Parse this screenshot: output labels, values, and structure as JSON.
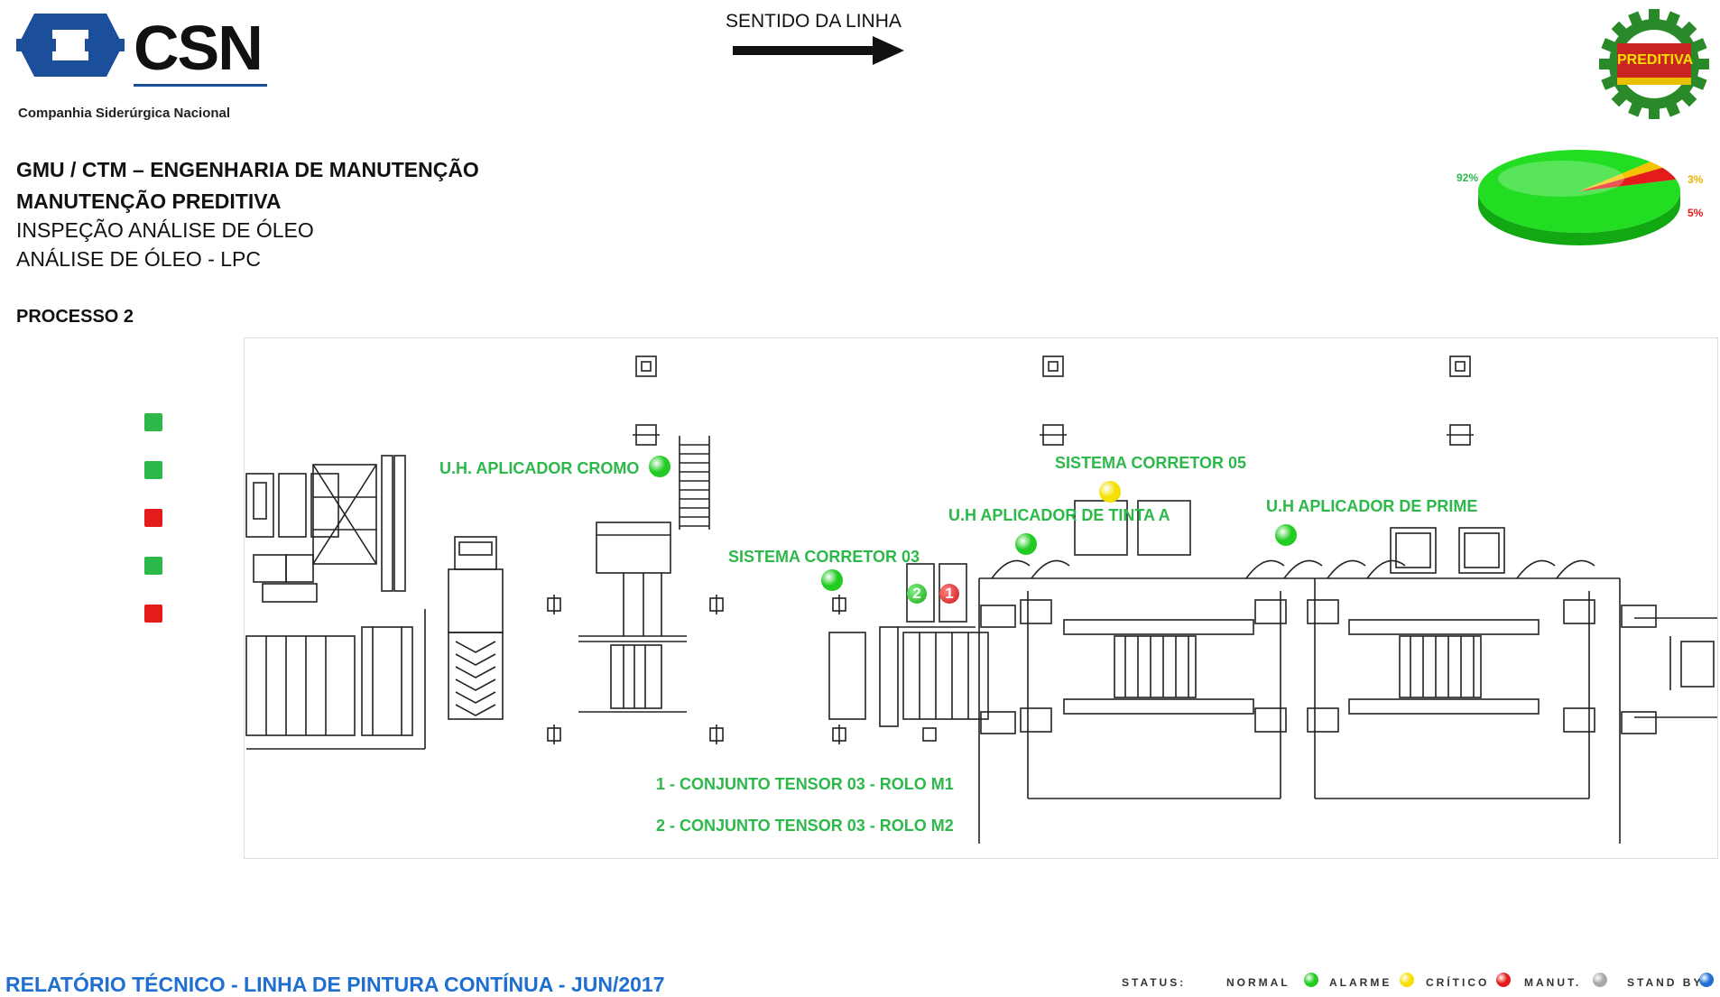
{
  "company": {
    "logo_text": "CSN",
    "full_name": "Companhia Siderúrgica Nacional"
  },
  "line_direction": {
    "label": "SENTIDO DA LINHA"
  },
  "badge": {
    "text": "PREDITIVA"
  },
  "header": {
    "line1": "GMU / CTM – ENGENHARIA DE MANUTENÇÃO",
    "line2": "MANUTENÇÃO PREDITIVA",
    "line3": "INSPEÇÃO ANÁLISE DE ÓLEO",
    "line4": "ANÁLISE DE ÓLEO - LPC"
  },
  "process": {
    "title": "PROCESSO 2"
  },
  "chart_data": {
    "type": "pie",
    "slices": [
      {
        "label": "92%",
        "value": 92,
        "color": "#22dd22"
      },
      {
        "label": "3%",
        "value": 3,
        "color": "#f5c400"
      },
      {
        "label": "5%",
        "value": 5,
        "color": "#e31b1b"
      }
    ]
  },
  "side_indicators": [
    {
      "color": "#2db84a"
    },
    {
      "color": "#2db84a"
    },
    {
      "color": "#e31b1b"
    },
    {
      "color": "#2db84a"
    },
    {
      "color": "#e31b1b"
    }
  ],
  "equipment": [
    {
      "label": "U.H. APLICADOR CROMO",
      "status": "normal"
    },
    {
      "label": "SISTEMA CORRETOR 05",
      "status": "critico"
    },
    {
      "label": "U.H APLICADOR DE TINTA A",
      "status": "normal"
    },
    {
      "label": "U.H APLICADOR DE PRIME",
      "status": "normal"
    },
    {
      "label": "SISTEMA CORRETOR 03",
      "status": "normal"
    }
  ],
  "tensor": {
    "marker1": "1",
    "marker2": "2",
    "note1": "1 - CONJUNTO TENSOR 03 - ROLO M1",
    "note2": "2 - CONJUNTO TENSOR 03 - ROLO M2"
  },
  "footer": {
    "title": "RELATÓRIO TÉCNICO - LINHA DE PINTURA CONTÍNUA - JUN/2017"
  },
  "legend": {
    "status_label": "STATUS:",
    "items": [
      {
        "label": "NORMAL",
        "color": "#22cc22"
      },
      {
        "label": "ALARME",
        "color": "#f5e000"
      },
      {
        "label": "CRÍTICO",
        "color": "#e31b1b"
      },
      {
        "label": "MANUT.",
        "color": "#a8a8a8"
      },
      {
        "label": "STAND BY",
        "color": "#1f6fd1"
      }
    ]
  }
}
